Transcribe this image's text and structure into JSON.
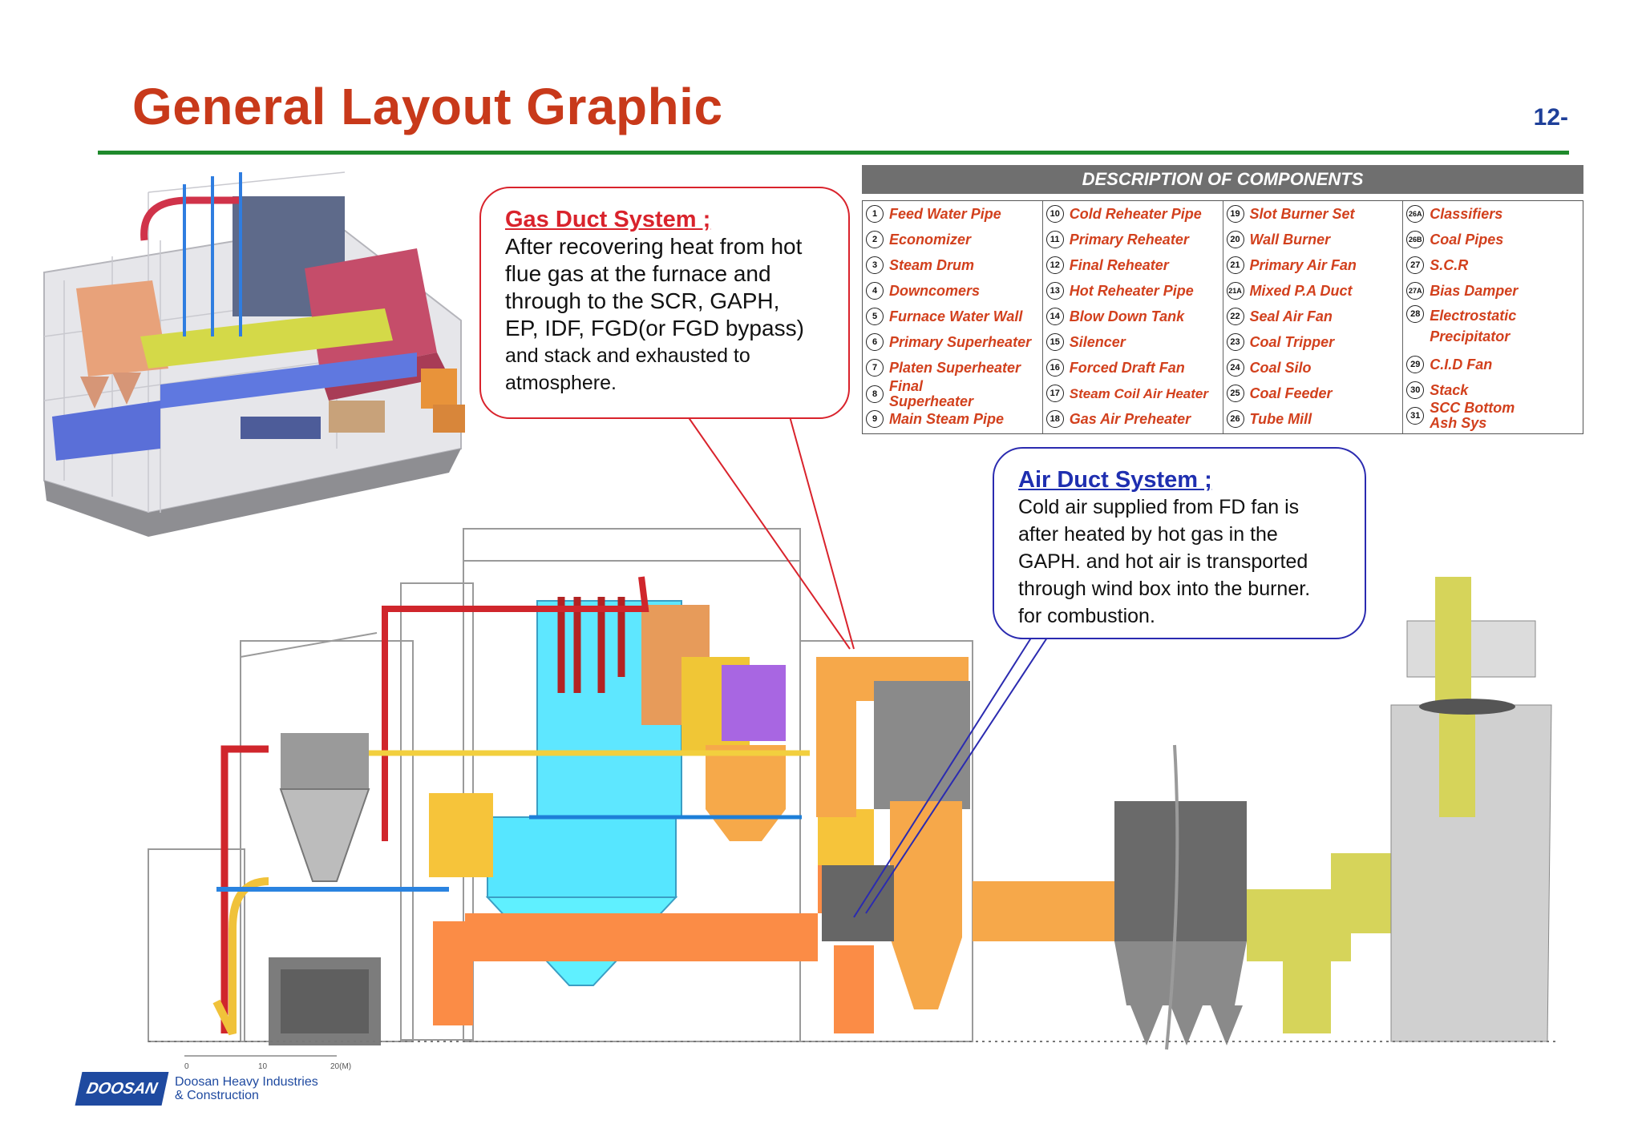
{
  "header": {
    "title": "General Layout Graphic",
    "page_number": "12-"
  },
  "description": {
    "title": "DESCRIPTION OF COMPONENTS",
    "columns": [
      [
        {
          "num": "1",
          "label": "Feed Water Pipe"
        },
        {
          "num": "2",
          "label": "Economizer"
        },
        {
          "num": "3",
          "label": "Steam Drum"
        },
        {
          "num": "4",
          "label": "Downcomers"
        },
        {
          "num": "5",
          "label": "Furnace Water Wall"
        },
        {
          "num": "6",
          "label": "Primary Superheater"
        },
        {
          "num": "7",
          "label": "Platen Superheater"
        },
        {
          "num": "8",
          "label": "Final Superheater"
        },
        {
          "num": "9",
          "label": "Main Steam Pipe"
        }
      ],
      [
        {
          "num": "10",
          "label": "Cold Reheater Pipe"
        },
        {
          "num": "11",
          "label": "Primary Reheater"
        },
        {
          "num": "12",
          "label": "Final Reheater"
        },
        {
          "num": "13",
          "label": "Hot Reheater Pipe"
        },
        {
          "num": "14",
          "label": "Blow Down Tank"
        },
        {
          "num": "15",
          "label": "Silencer"
        },
        {
          "num": "16",
          "label": "Forced Draft Fan"
        },
        {
          "num": "17",
          "label": "Steam Coil Air Heater"
        },
        {
          "num": "18",
          "label": "Gas Air Preheater"
        }
      ],
      [
        {
          "num": "19",
          "label": "Slot Burner Set"
        },
        {
          "num": "20",
          "label": "Wall Burner"
        },
        {
          "num": "21",
          "label": "Primary Air Fan"
        },
        {
          "num": "21A",
          "label": "Mixed P.A Duct"
        },
        {
          "num": "22",
          "label": "Seal Air Fan"
        },
        {
          "num": "23",
          "label": "Coal Tripper"
        },
        {
          "num": "24",
          "label": "Coal Silo"
        },
        {
          "num": "25",
          "label": "Coal Feeder"
        },
        {
          "num": "26",
          "label": "Tube Mill"
        }
      ],
      [
        {
          "num": "26A",
          "label": "Classifiers"
        },
        {
          "num": "26B",
          "label": "Coal Pipes"
        },
        {
          "num": "27",
          "label": "S.C.R"
        },
        {
          "num": "27A",
          "label": "Bias Damper"
        },
        {
          "num": "28",
          "label": "Electrostatic Precipitator"
        },
        {
          "num": "29",
          "label": "C.I.D Fan"
        },
        {
          "num": "30",
          "label": "Stack"
        },
        {
          "num": "31",
          "label": "SCC Bottom Ash Sys"
        }
      ]
    ]
  },
  "callouts": {
    "gas": {
      "head": "Gas Duct System ;",
      "lines": [
        "After recovering heat from hot",
        "flue gas at the furnace and",
        "through to the SCR, GAPH,",
        "EP, IDF, FGD(or FGD bypass)"
      ],
      "small_lines": [
        "and stack and exhausted to",
        "atmosphere."
      ]
    },
    "air": {
      "head": "Air Duct System ;",
      "lines": [
        "Cold air supplied from FD fan is",
        "after heated by hot gas in the",
        "GAPH. and hot air is transported",
        "through wind box into the burner.",
        "for combustion."
      ]
    }
  },
  "scale": {
    "labels": [
      "0",
      "10",
      "20(M)"
    ]
  },
  "logo": {
    "badge": "DOOSAN",
    "line1": "Doosan Heavy Industries",
    "line2": "& Construction"
  },
  "colors": {
    "title": "#c8391a",
    "rule": "#1f8a2c",
    "page_number": "#1e3f99",
    "component_text": "#d2401d"
  }
}
